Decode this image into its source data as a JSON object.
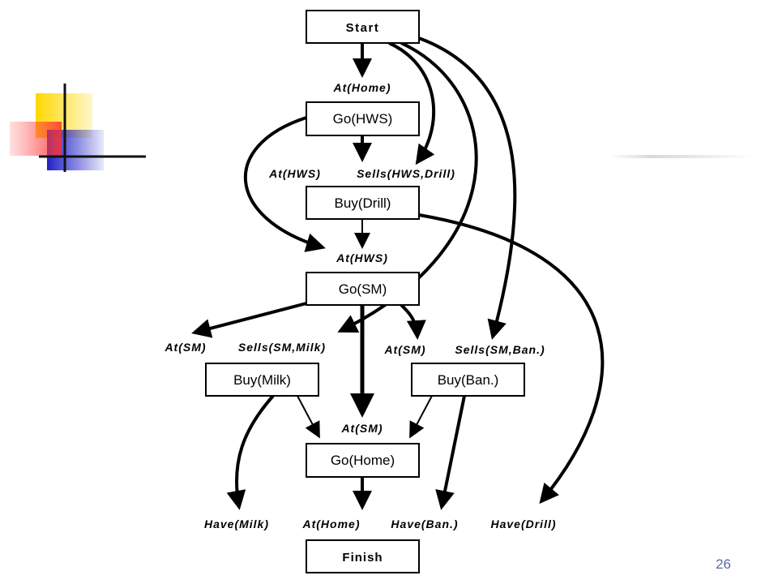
{
  "slide": {
    "page_number": "26",
    "colors": {
      "accent_yellow": "#ffd700",
      "accent_red": "#ff5050",
      "accent_blue": "#3a3ad6"
    }
  },
  "diagram": {
    "nodes": {
      "start": "Start",
      "go_hws": "Go(HWS)",
      "buy_drill": "Buy(Drill)",
      "go_sm": "Go(SM)",
      "buy_milk": "Buy(Milk)",
      "buy_ban": "Buy(Ban.)",
      "go_home": "Go(Home)",
      "finish": "Finish"
    },
    "conditions": {
      "at_home_1": "At(Home)",
      "at_hws_1": "At(HWS)",
      "sells_hws_drill": "Sells(HWS,Drill)",
      "at_hws_2": "At(HWS)",
      "at_sm_milk": "At(SM)",
      "sells_sm_milk": "Sells(SM,Milk)",
      "at_sm_ban": "At(SM)",
      "sells_sm_ban": "Sells(SM,Ban.)",
      "at_sm_home": "At(SM)",
      "have_milk": "Have(Milk)",
      "at_home_2": "At(Home)",
      "have_ban": "Have(Ban.)",
      "have_drill": "Have(Drill)"
    }
  }
}
